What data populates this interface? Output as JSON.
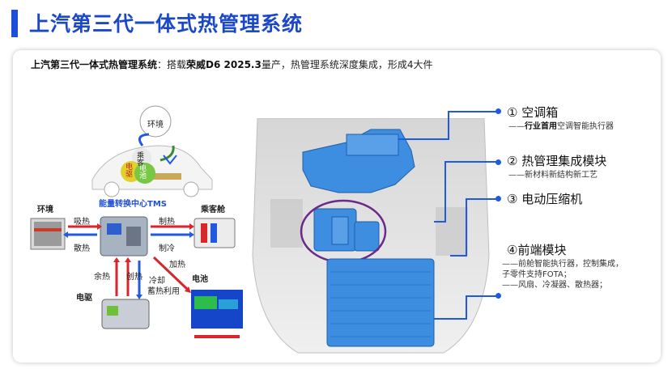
{
  "page_title": "上汽第三代一体式热管理系统",
  "subtitle": {
    "lead": "上汽第三代一体式热管理系统",
    "mid": "：搭载",
    "car": "荣威D6 2025.3",
    "tail": "量产，热管理系统深度集成，形成4大件"
  },
  "tms": {
    "env_bubble": "环境",
    "passenger_bubble": "乘客",
    "motor_bubble": "电驱",
    "battery_bubble": "电池",
    "center_label": "能量转换中心TMS",
    "env_label": "环境",
    "cabin_label": "乘客舱",
    "motor_label": "电驱",
    "battery_label": "电池",
    "absorb": "吸热",
    "release": "散热",
    "heat_make": "制热",
    "cool_make": "制冷",
    "heating": "加热",
    "waste_heat": "余热",
    "create_heat": "创热",
    "cooling_store": "冷却",
    "store_use": "蓄热利用"
  },
  "callouts": [
    {
      "num": "①",
      "title": "空调箱",
      "lines": [
        [
          "——",
          "行业首用",
          "空调智能执行器"
        ]
      ]
    },
    {
      "num": "②",
      "title": "热管理集成模块",
      "lines": [
        [
          "——新材料新结构新工艺",
          "",
          ""
        ]
      ]
    },
    {
      "num": "③",
      "title": "电动压缩机",
      "lines": []
    },
    {
      "num": "④",
      "title": "前端模块",
      "lines": [
        [
          "——前舱智能执行器，控制集成，",
          "",
          ""
        ],
        [
          "子零件支持FOTA；",
          "",
          ""
        ],
        [
          "——风扇、冷凝器、散热器；",
          "",
          ""
        ]
      ]
    }
  ],
  "colors": {
    "accent": "#1f4fd6",
    "module_blue": "#3d8ee0",
    "highlight_purple": "#6b2a8a",
    "arrow_red": "#d8262c",
    "arrow_blue": "#1f5ae0"
  }
}
